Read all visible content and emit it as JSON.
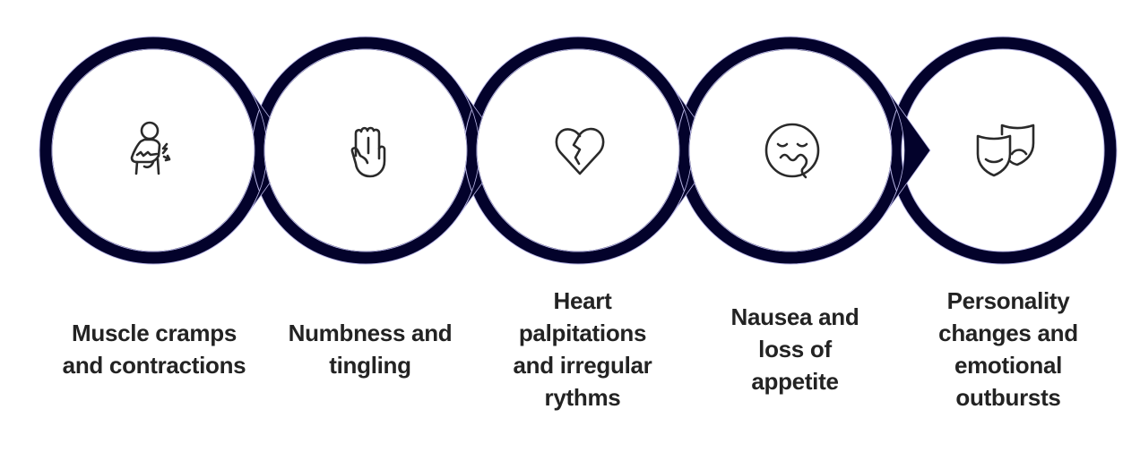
{
  "diagram": {
    "type": "process-flow-circles",
    "colors": {
      "ring": "#03022b",
      "ring_edge": "#b8b6e6",
      "icon_stroke": "#2a2a2a",
      "label_text": "#232323",
      "background": "#ffffff"
    },
    "steps": [
      {
        "icon": "muscle-pain-icon",
        "label": "Muscle cramps and contractions"
      },
      {
        "icon": "raised-hand-icon",
        "label": "Numbness and tingling"
      },
      {
        "icon": "broken-heart-icon",
        "label": "Heart palpitations and irregular rythms"
      },
      {
        "icon": "nauseated-face-icon",
        "label": "Nausea and loss of appetite"
      },
      {
        "icon": "theater-masks-icon",
        "label": "Personality changes and emotional outbursts"
      }
    ]
  }
}
